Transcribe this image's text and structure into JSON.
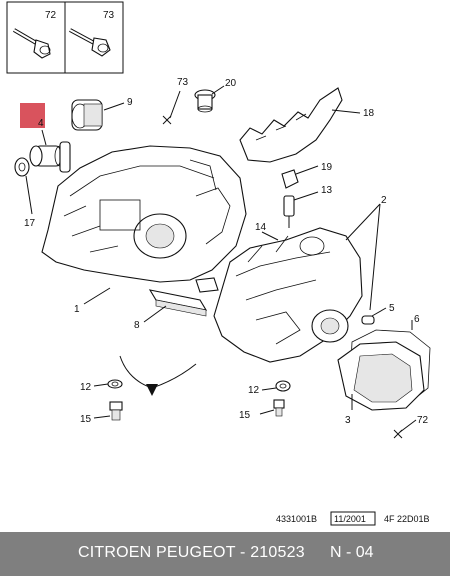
{
  "header": {
    "bolt_labels": [
      "72",
      "73"
    ]
  },
  "callouts": {
    "c73": "73",
    "c20": "20",
    "c9": "9",
    "c18": "18",
    "c4": "4",
    "c17": "17",
    "c19": "19",
    "c13": "13",
    "c2": "2",
    "c14": "14",
    "c1": "1",
    "c8": "8",
    "c5": "5",
    "c6": "6",
    "c12a": "12",
    "c15a": "15",
    "c12b": "12",
    "c15b": "15",
    "c3": "3",
    "c72": "72"
  },
  "reference": {
    "code": "4331001B",
    "date": "11/2001",
    "group": "4F 22D01B"
  },
  "footer": {
    "text": "CITROEN PEUGEOT - 210523",
    "page": "N - 04"
  },
  "colors": {
    "highlight": "#d9535d",
    "footer_bg": "#7f7f7f"
  }
}
